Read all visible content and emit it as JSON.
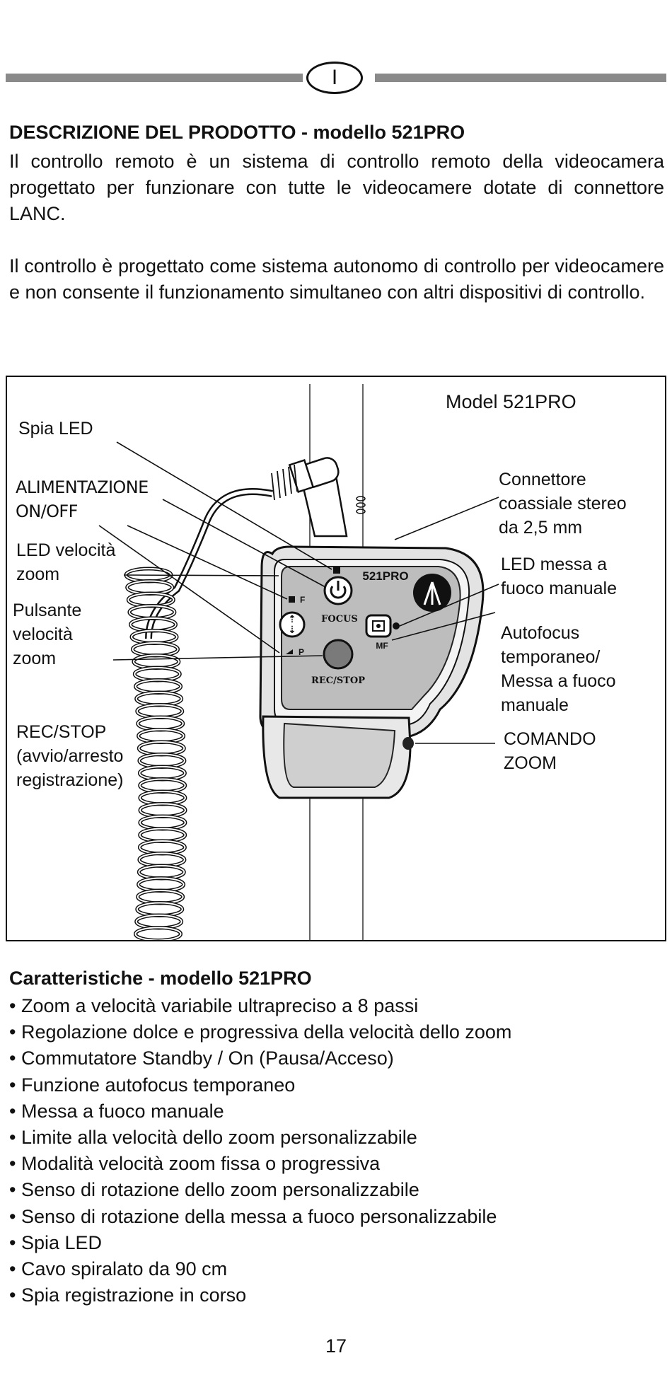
{
  "header": {
    "language_badge": "I"
  },
  "description": {
    "title": "DESCRIZIONE DEL PRODOTTO - modello 521PRO",
    "paragraph_1": "Il controllo remoto è un sistema di controllo remoto della videocamera progettato per funzionare con tutte le videocamere dotate di connettore LANC.",
    "paragraph_2": "Il controllo è progettato come sistema autonomo di controllo per videocamere e non consente il funzionamento simultaneo con altri dispositivi di controllo."
  },
  "figure": {
    "model_label": "Model 521PRO",
    "device_labels": {
      "brand": "521PRO",
      "focus": "FOCUS",
      "rec_stop": "REC/STOP",
      "mf": "MF",
      "speed_f": "F",
      "speed_p": "P"
    },
    "callouts": {
      "spia_led": "Spia LED",
      "alimentazione": "ALIMENTAZIONE\nON/OFF",
      "led_velocita": "LED velocità\nzoom",
      "pulsante_velocita": "Pulsante\nvelocità\nzoom",
      "rec_stop": "REC/STOP\n(avvio/arresto\nregistrazione)",
      "connettore": "Connettore\ncoassiale stereo\nda 2,5 mm",
      "led_messa_fuoco": "LED messa a\nfuoco manuale",
      "autofocus": "Autofocus\ntemporaneo/\nMessa a fuoco\nmanuale",
      "comando_zoom": "COMANDO\nZOOM"
    }
  },
  "features": {
    "title": "Caratteristiche - modello 521PRO",
    "items": [
      "Zoom a velocità variabile ultrapreciso a 8 passi",
      "Regolazione dolce e progressiva della velocità dello zoom",
      "Commutatore Standby / On (Pausa/Acceso)",
      "Funzione autofocus temporaneo",
      "Messa a fuoco manuale",
      "Limite alla velocità dello zoom personalizzabile",
      "Modalità velocità zoom fissa o progressiva",
      "Senso di rotazione dello zoom personalizzabile",
      "Senso di rotazione della messa a fuoco personalizzabile",
      "Spia LED",
      "Cavo spiralato da 90 cm",
      "Spia registrazione in corso"
    ]
  },
  "page_number": "17"
}
